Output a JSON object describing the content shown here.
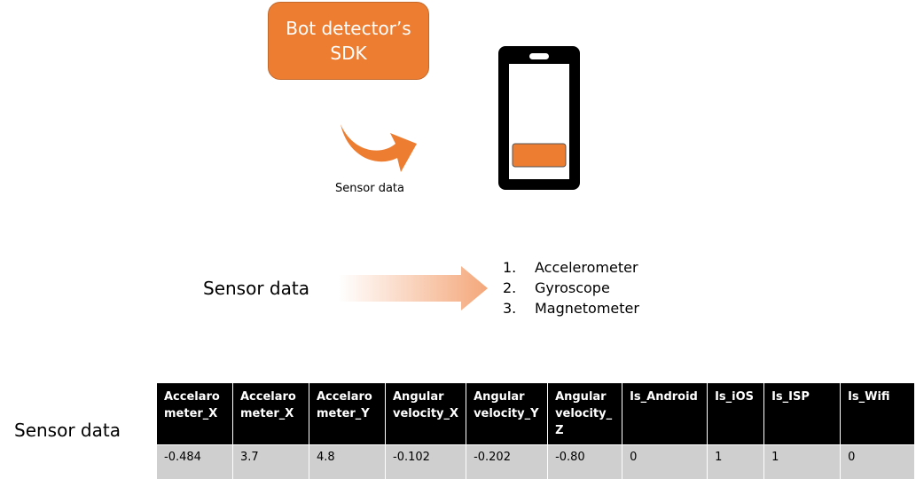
{
  "sdk_box": {
    "text": "Bot detector’s\nSDK"
  },
  "curved_arrow_caption": "Sensor data",
  "middle_label": "Sensor data",
  "sensor_list": [
    {
      "number": "1.",
      "label": "Accelerometer"
    },
    {
      "number": "2.",
      "label": "Gyroscope"
    },
    {
      "number": "3.",
      "label": "Magnetometer"
    }
  ],
  "bottom_label": "Sensor data",
  "table": {
    "headers": [
      "Accelaro\nmeter_X",
      "Accelaro\nmeter_X",
      "Accelaro\nmeter_Y",
      "Angular\nvelocity_X",
      "Angular\nvelocity_Y",
      "Angular\nvelocity_\nZ",
      "Is_Android",
      "Is_iOS",
      "Is_ISP",
      "Is_Wifi"
    ],
    "rows": [
      [
        "-0.484",
        "3.7",
        "4.8",
        "-0.102",
        "-0.202",
        "-0.80",
        "0",
        "1",
        "1",
        "0"
      ]
    ]
  },
  "colors": {
    "accent_orange": "#ed7d31",
    "header_black": "#000000",
    "row_gray": "#cfcfcf"
  }
}
